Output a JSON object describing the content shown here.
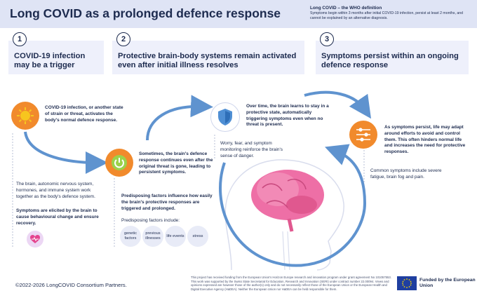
{
  "header": {
    "title": "Long COVID as a prolonged defence response",
    "who_title": "Long COVID – the WHO definition",
    "who_text": "Symptoms begin within 3 months after initial COVID-19 infection, persist at least 2 months, and cannot be explained by an alternative diagnosis."
  },
  "steps": [
    {
      "number": "1",
      "title": "COVID-19 infection may be a trigger"
    },
    {
      "number": "2",
      "title": "Protective brain-body systems remain activated even after initial illness resolves"
    },
    {
      "number": "3",
      "title": "Symptoms persist within an ongoing defence response"
    }
  ],
  "texts": {
    "t1": "COVID-19 infection, or another state of strain or threat, activates the body's normal defence response.",
    "t2": "The brain, autonomic nervous system, hormones, and immune system work together as the body's defence system.",
    "t3": "Symptoms are elicited by the brain to cause behavioural change and ensure recovery.",
    "t4": "Sometimes, the brain's defence response continues even after the original threat is gone, leading to persistent symptoms.",
    "t5": "Predisposing factors influence how easily the brain's protective responses are triggered and prolonged.",
    "t6": "Predisposing factors include:",
    "t7": "Over time, the brain learns to stay in a protective state, automatically triggering symptoms even when no threat is present.",
    "t8": "Worry, fear, and symptom monitoring reinforce the brain's sense of danger.",
    "t9": "As symptoms persist,  life may adapt around efforts to avoid and control them. This often hinders normal life and increases the need for protective responses.",
    "t10": "Common symptoms include severe fatigue, brain fog and pain."
  },
  "chips": [
    {
      "label": "genetic factors"
    },
    {
      "label": "previous illnesses"
    },
    {
      "label": "life events"
    },
    {
      "label": "stress"
    }
  ],
  "icons": {
    "sun": "virus-sun-icon",
    "power": "power-icon",
    "shield": "shield-icon",
    "sliders": "sliders-icon",
    "heart": "heart-pulse-icon",
    "brain": "brain-icon"
  },
  "colors": {
    "accent": "#f18a2c",
    "navy": "#1d2b4f",
    "arrow": "#5f93cf",
    "brain": "#ee6fa6",
    "box": "#eef0fb"
  },
  "footer": {
    "copyright": "©2022-2026 LongCOVID Consortium Partners.",
    "disclaimer": "This project has received funding from the European Union's Horizon Europe research and innovation program under grant agreement No 101057553. This work was supported by the Swiss State Secretariat for Education, Research and Innovation (SERI) under contract number 22.00094. Views and opinions expressed are however those of the author(s) only and do not necessarily reflect those of the European Union or the European Health and Digital Executive Agency (HaDEA). Neither the European Union nor HaDEA can be held responsible for them.",
    "eu_funded": "Funded by the European Union"
  }
}
